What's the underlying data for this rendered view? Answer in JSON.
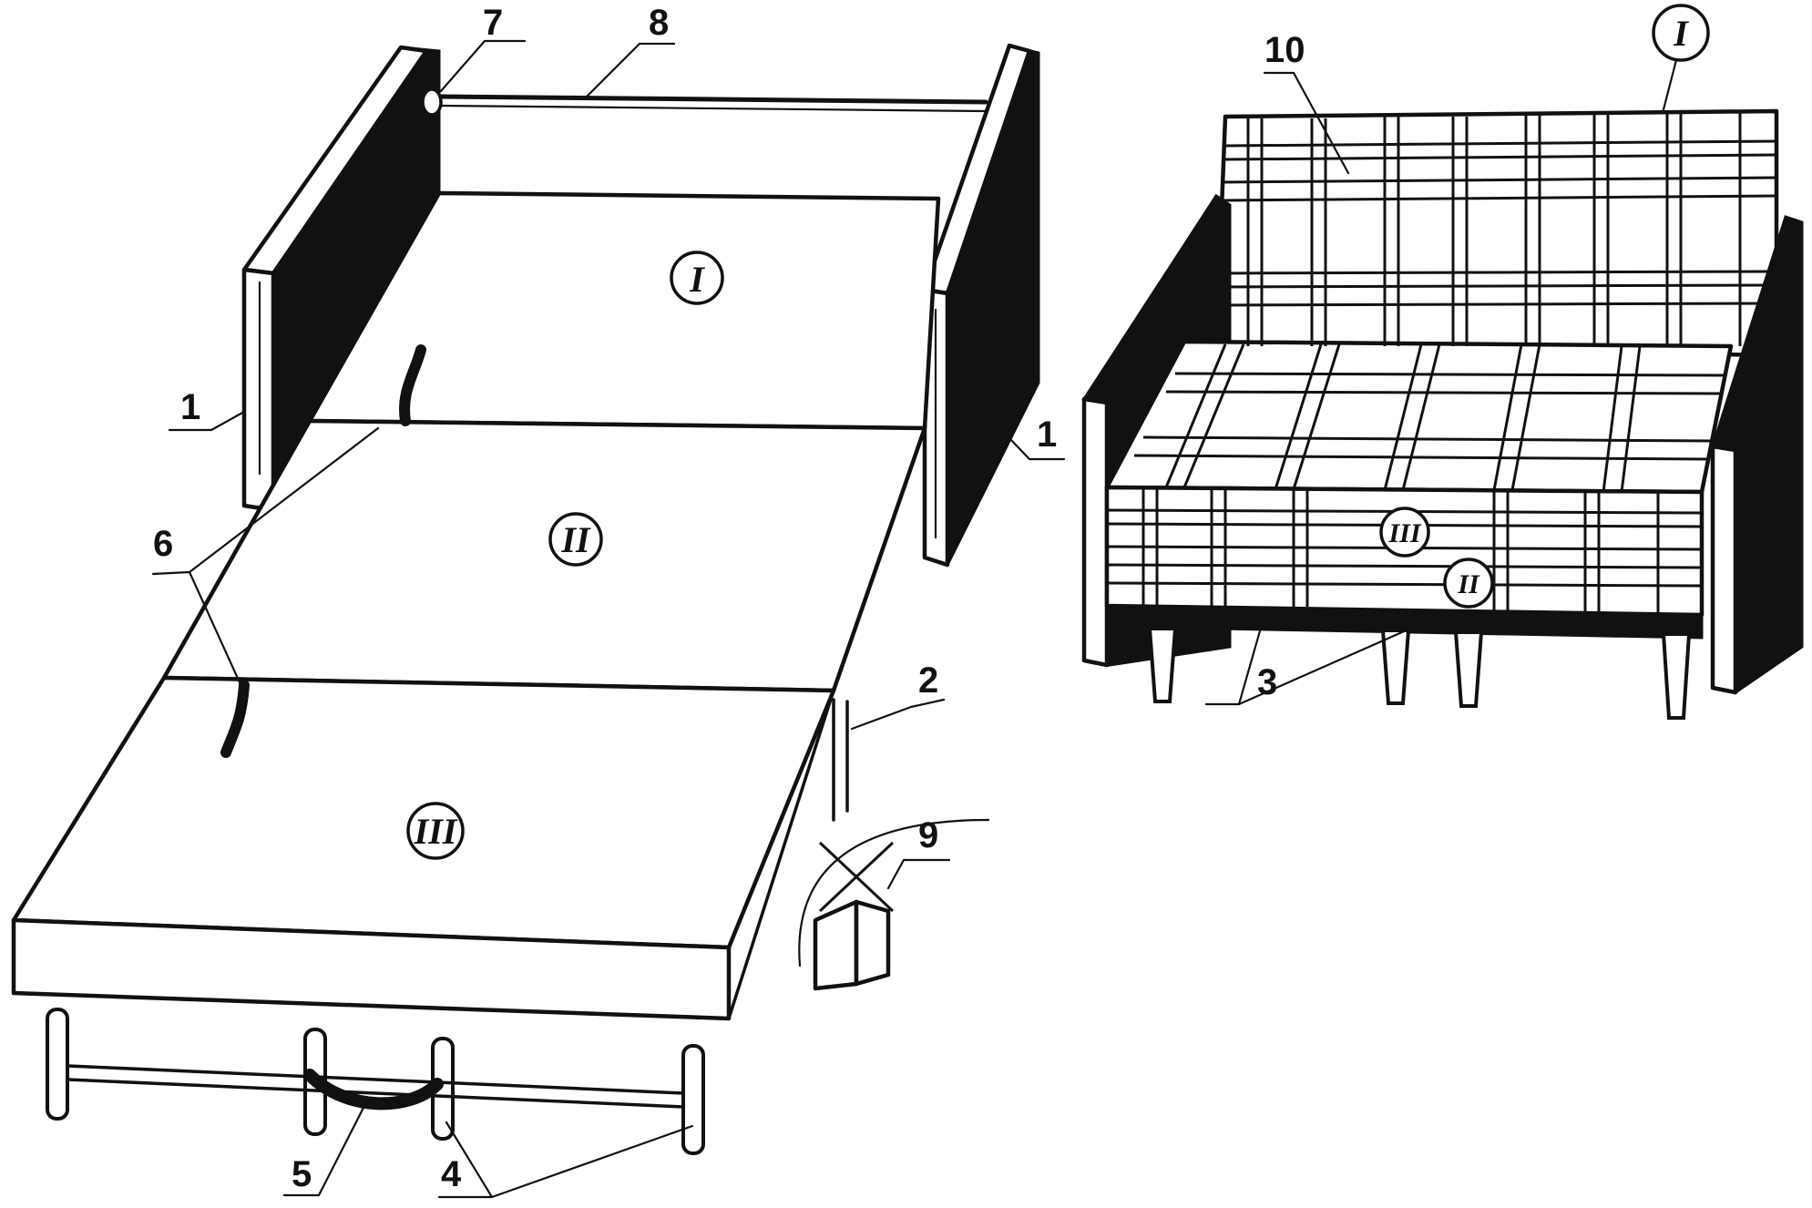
{
  "figure": {
    "description": "Fold-out armchair-bed: unfolded bed (left) and folded armchair (right)",
    "colors": {
      "ink": "#111111",
      "paper": "#ffffff"
    }
  },
  "unfolded_view": {
    "section_labels": [
      "I",
      "II",
      "III"
    ],
    "callouts": [
      {
        "id": "1a",
        "label": "1"
      },
      {
        "id": "1b",
        "label": "1"
      },
      {
        "id": "2",
        "label": "2"
      },
      {
        "id": "4",
        "label": "4"
      },
      {
        "id": "5",
        "label": "5"
      },
      {
        "id": "6",
        "label": "6"
      },
      {
        "id": "7",
        "label": "7"
      },
      {
        "id": "8",
        "label": "8"
      },
      {
        "id": "9",
        "label": "9"
      }
    ]
  },
  "folded_view": {
    "section_labels": [
      "I",
      "II",
      "III"
    ],
    "callouts": [
      {
        "id": "3",
        "label": "3"
      },
      {
        "id": "10",
        "label": "10"
      }
    ]
  }
}
